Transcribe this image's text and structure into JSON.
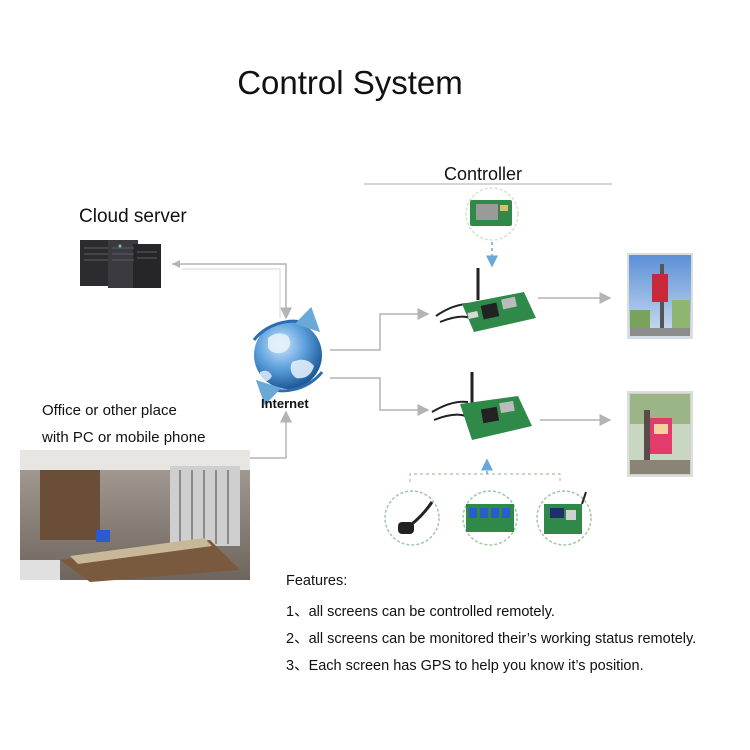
{
  "title": "Control System",
  "nodes": {
    "cloud_server": "Cloud server",
    "controller": "Controller",
    "internet": "Internet",
    "office_line1": "Office or other place",
    "office_line2": "with PC or mobile phone"
  },
  "features": {
    "heading": "Features:",
    "items": [
      "1、all screens can be controlled remotely.",
      "2、all screens can be monitored their’s working status remotely.",
      "3、Each screen has GPS to help you know it’s position."
    ]
  },
  "colors": {
    "connector": "#b4b4b4",
    "arrow_blue": "#6aa8d8",
    "board_green": "#2f8a4a",
    "globe_blue": "#3f86c8"
  }
}
